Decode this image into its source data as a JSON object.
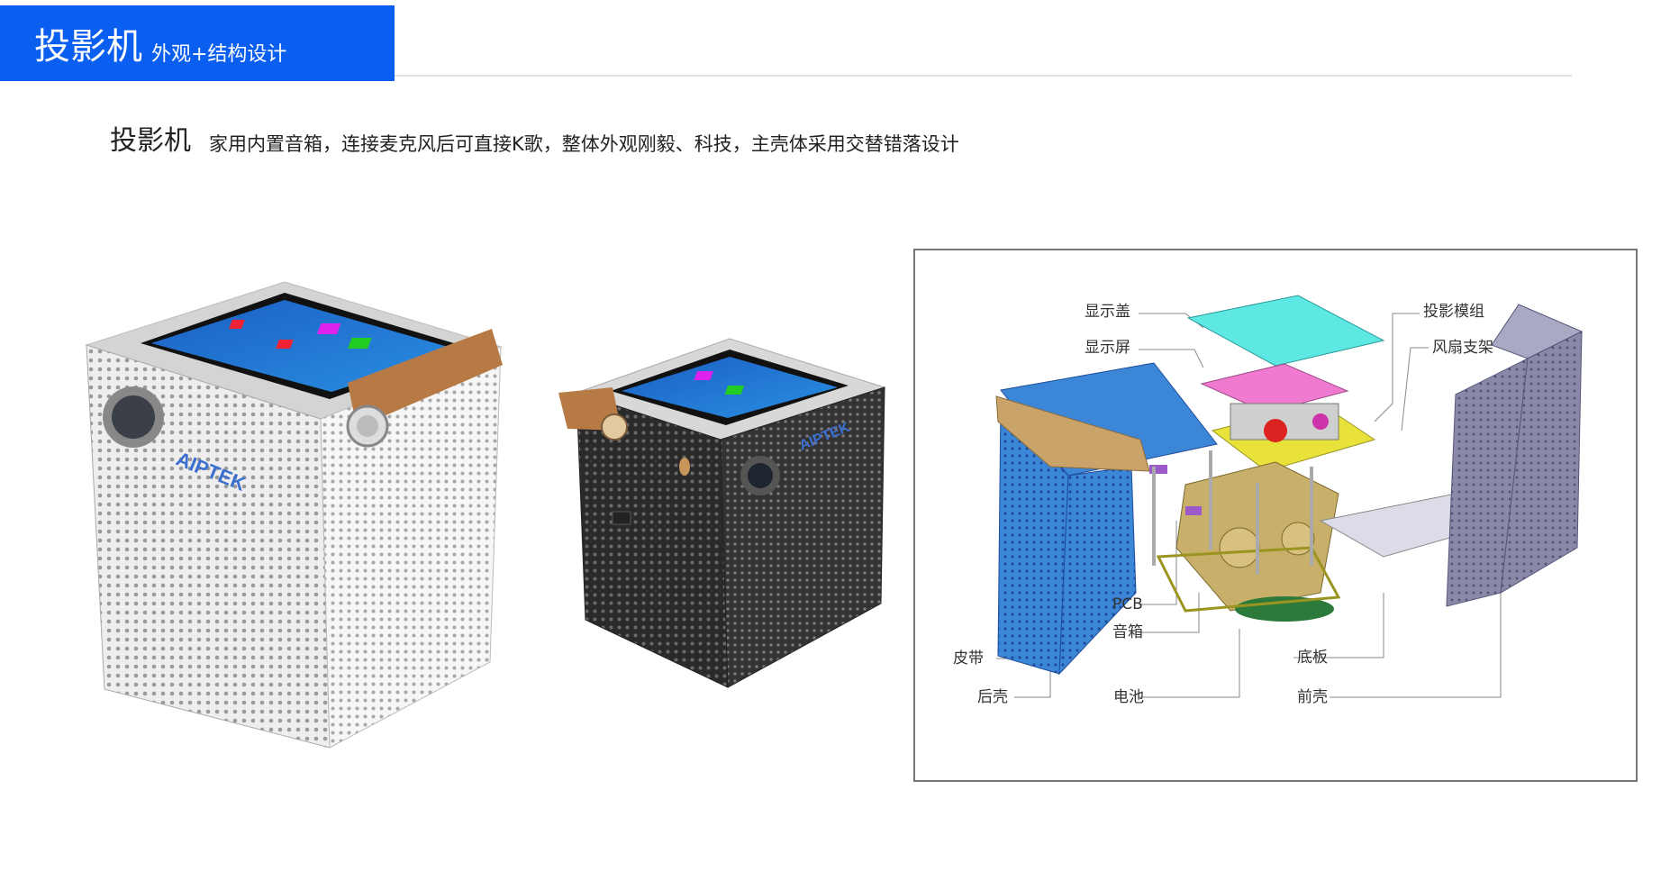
{
  "header": {
    "title": "投影机",
    "subtitle": "外观+结构设计"
  },
  "intro": {
    "title": "投影机",
    "text": "家用内置音箱，连接麦克风后可直接K歌，整体外观刚毅、科技，主壳体采用交替错落设计"
  },
  "product": {
    "brand_logo_text": "AIPTEK"
  },
  "diagram": {
    "labels": {
      "display_cover": "显示盖",
      "display_screen": "显示屏",
      "projection_module": "投影模组",
      "fan_bracket": "风扇支架",
      "pcb": "PCB",
      "speaker": "音箱",
      "strap": "皮带",
      "rear_shell": "后壳",
      "battery": "电池",
      "base_plate": "底板",
      "front_shell": "前壳"
    }
  },
  "colors": {
    "banner": "#0a5ff0",
    "blue_part": "#3c86d8",
    "cyan_part": "#5ee8e4",
    "pink_part": "#f07ad0",
    "yellow_part": "#e8e23a",
    "gold_part": "#c9b06a",
    "leather": "#b87a45",
    "lavender_part": "#8a8aa8",
    "battery_green": "#2c7a3a"
  }
}
